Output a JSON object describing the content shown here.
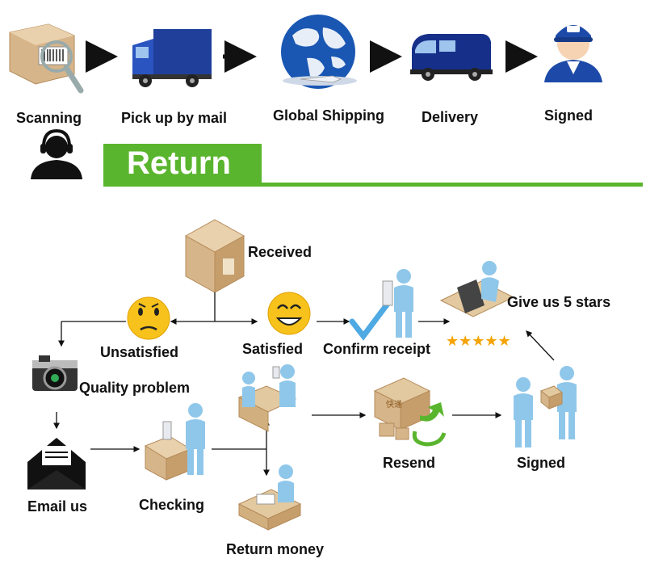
{
  "top_flow": {
    "steps": [
      {
        "label": "Scanning",
        "icon": "barcode-box-icon"
      },
      {
        "label": "Pick up by mail",
        "icon": "truck-icon"
      },
      {
        "label": "Global Shipping",
        "icon": "globe-plane-icon"
      },
      {
        "label": "Delivery",
        "icon": "van-icon"
      },
      {
        "label": "Signed",
        "icon": "courier-icon"
      }
    ]
  },
  "banner": {
    "title": "Return",
    "color": "#5ab52e",
    "icon": "headset-agent-icon"
  },
  "return_flow": {
    "received": "Received",
    "unsatisfied": "Unsatisfied",
    "satisfied": "Satisfied",
    "confirm_receipt": "Confirm receipt",
    "give_stars": "Give us 5 stars",
    "quality_problem": "Quality problem",
    "email_us": "Email us",
    "checking": "Checking",
    "resend": "Resend",
    "signed": "Signed",
    "return_money": "Return money",
    "resend_box_text": "快递",
    "stars": "★★★★★"
  },
  "colors": {
    "arrow": "#111111",
    "person": "#8fc7ea",
    "box": "#d9b98a",
    "emoji": "#f7c21c",
    "green": "#5ab52e"
  }
}
